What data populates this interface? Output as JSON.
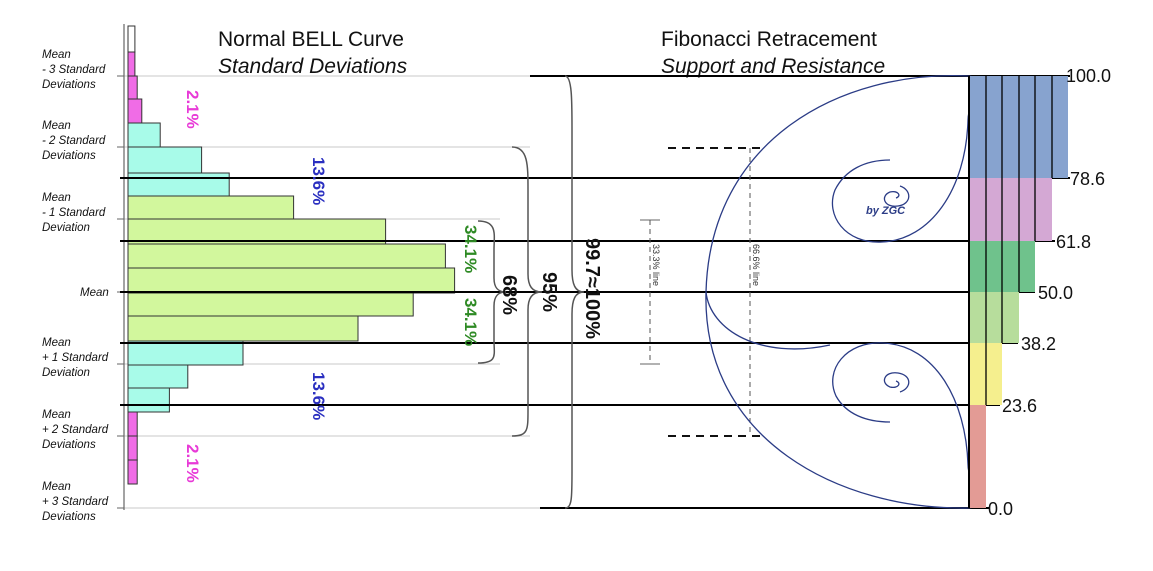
{
  "bell": {
    "title": "Normal BELL Curve",
    "subtitle": "Standard Deviations",
    "sd_labels": [
      [
        "Mean",
        "- 3 Standard",
        "Deviations"
      ],
      [
        "Mean",
        "- 2 Standard",
        "Deviations"
      ],
      [
        "Mean",
        "- 1 Standard",
        "Deviation"
      ],
      [
        "Mean"
      ],
      [
        "Mean",
        "+ 1 Standard",
        "Deviation"
      ],
      [
        "Mean",
        "+ 2 Standard",
        "Deviations"
      ],
      [
        "Mean",
        "+ 3 Standard",
        "Deviations"
      ]
    ],
    "pct_labels": {
      "tail_upper": "2.1%",
      "mid_upper": "13.6%",
      "core_upper": "34.1%",
      "core_lower": "34.1%",
      "mid_lower": "13.6%",
      "tail_lower": "2.1%"
    },
    "bracket_labels": {
      "one_sd": "68%",
      "two_sd": "95%",
      "three_sd": "99.7≈100%"
    },
    "colors": {
      "outer": "#ffffff",
      "tail": "#f06ce6",
      "mid": "#a8fbe9",
      "core": "#d2f79d",
      "tail_text": "#e83ad7",
      "mid_text": "#2a2fc0",
      "core_text": "#2e8a24"
    }
  },
  "fib": {
    "title": "Fibonacci Retracement",
    "subtitle": "Support and Resistance",
    "logo_text": "by ZGC",
    "line_33": "33.3% line",
    "line_66": "66.6% line",
    "levels": [
      {
        "label": "100.0",
        "value": 100,
        "color": "#87a3cf"
      },
      {
        "label": "78.6",
        "value": 78.6,
        "color": "#d4a8d4"
      },
      {
        "label": "61.8",
        "value": 61.8,
        "color": "#6fc28c"
      },
      {
        "label": "50.0",
        "value": 50,
        "color": "#b7dd9c"
      },
      {
        "label": "38.2",
        "value": 38.2,
        "color": "#f5ef8e"
      },
      {
        "label": "23.6",
        "value": 23.6,
        "color": "#e39b95"
      },
      {
        "label": "0.0",
        "value": 0,
        "color": ""
      }
    ]
  },
  "chart_data": {
    "type": "bar",
    "orientation": "horizontal",
    "bins": [
      {
        "band": "outer",
        "value": 1.5
      },
      {
        "band": "tail",
        "value": 1.5
      },
      {
        "band": "tail",
        "value": 2
      },
      {
        "band": "tail",
        "value": 3
      },
      {
        "band": "mid",
        "value": 7
      },
      {
        "band": "mid",
        "value": 16
      },
      {
        "band": "mid",
        "value": 22
      },
      {
        "band": "core",
        "value": 36
      },
      {
        "band": "core",
        "value": 56
      },
      {
        "band": "core",
        "value": 69
      },
      {
        "band": "core",
        "value": 71
      },
      {
        "band": "core",
        "value": 62
      },
      {
        "band": "core",
        "value": 50
      },
      {
        "band": "mid",
        "value": 25
      },
      {
        "band": "mid",
        "value": 13
      },
      {
        "band": "mid",
        "value": 9
      },
      {
        "band": "tail",
        "value": 2
      },
      {
        "band": "tail",
        "value": 2
      },
      {
        "band": "tail",
        "value": 2
      }
    ]
  }
}
